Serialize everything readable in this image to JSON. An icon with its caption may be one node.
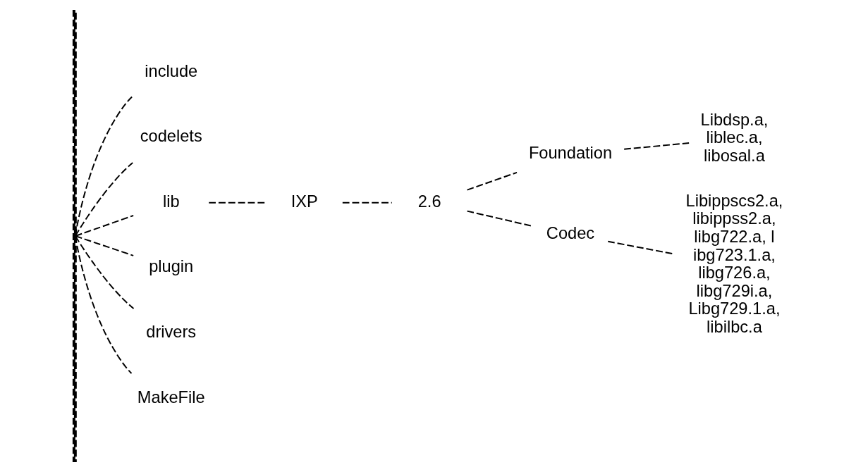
{
  "diagram": {
    "nodes": [
      {
        "text": [
          "include"
        ]
      },
      {
        "text": [
          "codelets"
        ]
      },
      {
        "text": [
          "lib"
        ]
      },
      {
        "text": [
          "IXP"
        ]
      },
      {
        "text": [
          "2.6"
        ]
      },
      {
        "text": [
          "Foundation"
        ]
      },
      {
        "text": [
          "Libdsp.a, liblec.a, libosal.a"
        ]
      },
      {
        "text": [
          "Codec"
        ]
      },
      {
        "text": [
          "Libippscs2.a, libippss2.a, libg722.a, l ibg723.1.a, libg726.a, libg729i.a, Libg729.1.a, libilbc.a"
        ]
      },
      {
        "text": [
          "plugin"
        ]
      },
      {
        "text": [
          "drivers"
        ]
      },
      {
        "text": [
          "MakeFile"
        ]
      },
      {
        "text": [],
        "shape": "bar"
      }
    ],
    "edges": [
      {
        "from": 12,
        "to": 0,
        "arrow": "none",
        "style": "dashed"
      },
      {
        "from": 12,
        "to": 1,
        "arrow": "none",
        "style": "dashed"
      },
      {
        "from": 12,
        "to": 2,
        "arrow": "none",
        "style": "dashed"
      },
      {
        "from": 2,
        "to": 3,
        "arrow": "none",
        "style": "dashed"
      },
      {
        "from": 3,
        "to": 4,
        "arrow": "none",
        "style": "dashed"
      },
      {
        "from": 4,
        "to": 5,
        "arrow": "none",
        "style": "dashed"
      },
      {
        "from": 5,
        "to": 6,
        "arrow": "none",
        "style": "dashed"
      },
      {
        "from": 4,
        "to": 7,
        "arrow": "none",
        "style": "dashed"
      },
      {
        "from": 7,
        "to": 8,
        "arrow": "none",
        "style": "dashed"
      },
      {
        "from": 12,
        "to": 9,
        "arrow": "none",
        "style": "dashed"
      },
      {
        "from": 12,
        "to": 10,
        "arrow": "none",
        "style": "dashed"
      },
      {
        "from": 12,
        "to": 11,
        "arrow": "none",
        "style": "dashed"
      }
    ]
  }
}
